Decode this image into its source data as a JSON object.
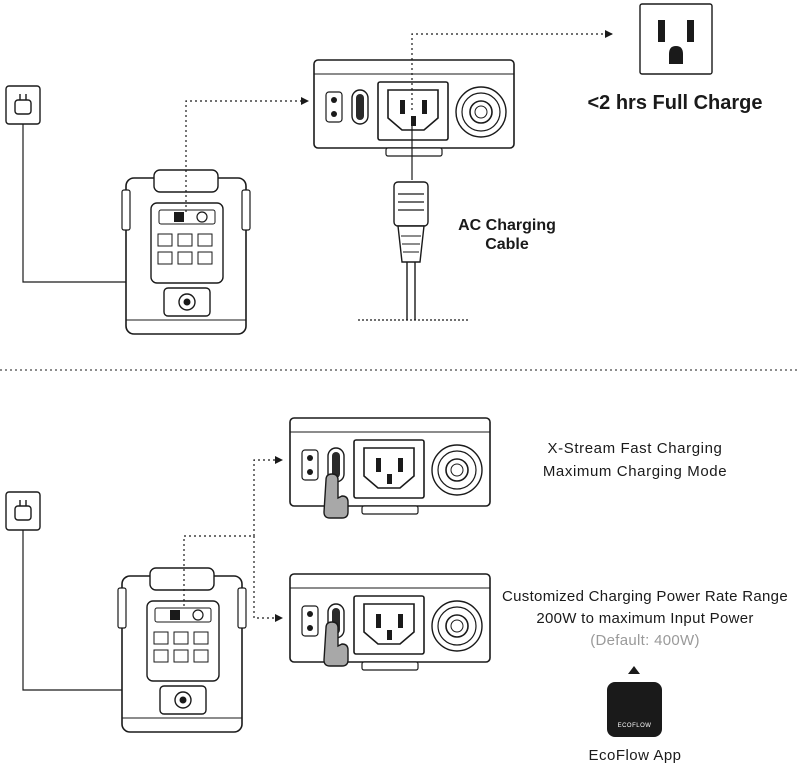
{
  "top_section": {
    "full_charge_label": "<2 hrs Full Charge",
    "ac_cable_label_line1": "AC Charging",
    "ac_cable_label_line2": "Cable"
  },
  "bottom_section": {
    "xstream_line1": "X-Stream Fast Charging",
    "xstream_line2": "Maximum Charging Mode",
    "custom_line1": "Customized Charging Power Rate Range",
    "custom_line2": "200W to maximum Input Power",
    "custom_default": "(Default: 400W)",
    "app_icon_text": "ECOFLOW",
    "app_name": "EcoFlow App"
  },
  "icons": {
    "wall_outlet": "us-wall-outlet-icon",
    "wall_plug": "wall-plug-icon",
    "power_station": "power-station-icon",
    "ac_panel": "ac-input-panel-icon",
    "ac_cable": "ac-cable-connector-icon",
    "app_logo": "ecoflow-logo-icon",
    "arrow_up": "triangle-up-icon"
  },
  "colors": {
    "line": "#1a1a1a",
    "device_fill": "#ffffff",
    "dark_fill": "#2a2a2a",
    "muted_text": "#9a9a9a"
  }
}
